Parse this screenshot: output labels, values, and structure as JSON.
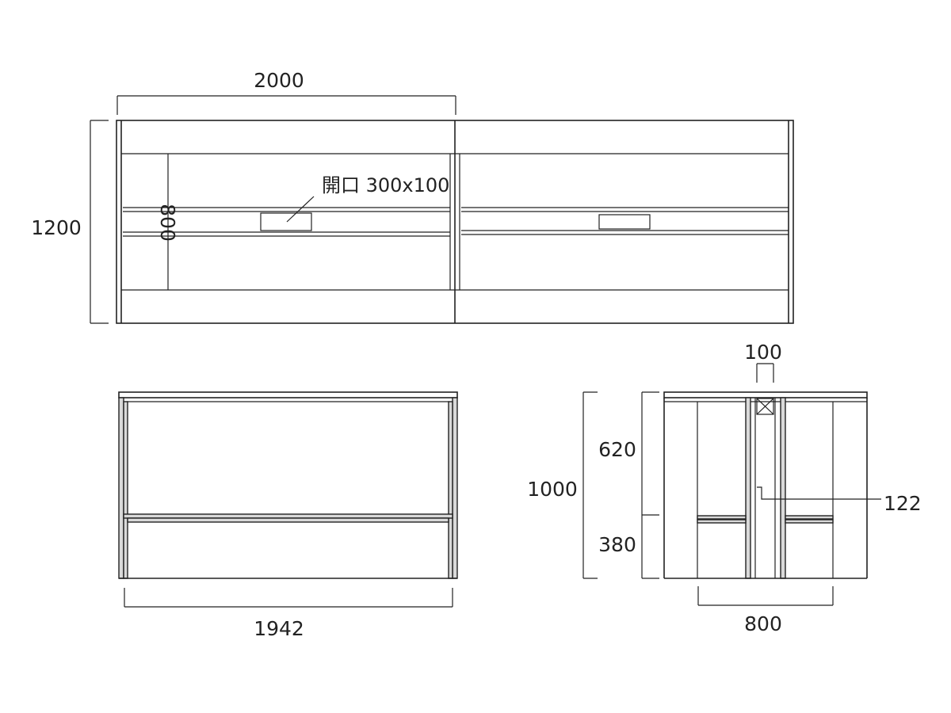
{
  "top_view": {
    "dims": {
      "width": "2000",
      "depth": "1200",
      "inner": "800"
    },
    "opening_label": "開口 300x100"
  },
  "front_view": {
    "dims": {
      "width": "1942"
    }
  },
  "side_view": {
    "dims": {
      "gap": "100",
      "total_height": "1000",
      "upper": "620",
      "lower": "380",
      "rail": "122",
      "depth": "800"
    }
  },
  "colors": {
    "line": "#222222",
    "leg_fill": "#d9d9d9",
    "background": "#ffffff"
  }
}
